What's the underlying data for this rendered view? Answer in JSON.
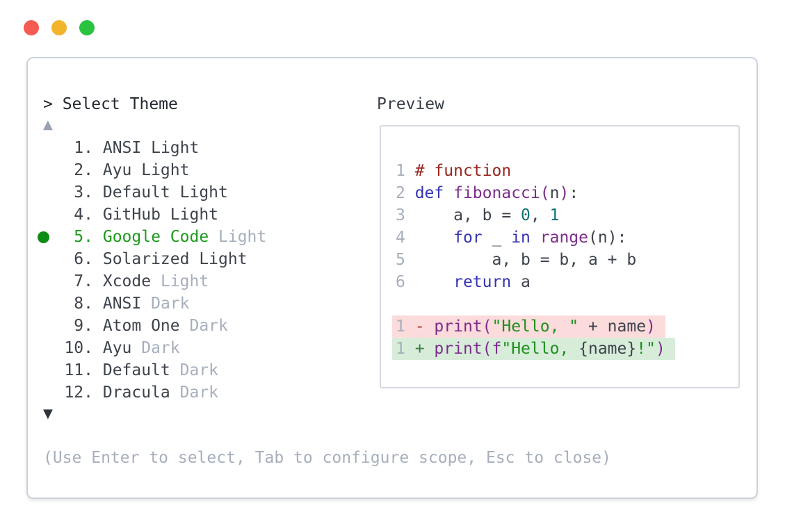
{
  "window": {
    "traffic_lights": [
      {
        "name": "close-button",
        "color": "#f45b51"
      },
      {
        "name": "minimize-button",
        "color": "#f3b42c"
      },
      {
        "name": "zoom-button",
        "color": "#29c340"
      }
    ]
  },
  "picker": {
    "prompt": "> Select Theme",
    "scroll_up_glyph": "▲",
    "scroll_down_glyph": "▼",
    "items": [
      {
        "number": "1.",
        "name": "ANSI",
        "variant": "Light",
        "variant_dim": false,
        "selected": false
      },
      {
        "number": "2.",
        "name": "Ayu",
        "variant": "Light",
        "variant_dim": false,
        "selected": false
      },
      {
        "number": "3.",
        "name": "Default",
        "variant": "Light",
        "variant_dim": false,
        "selected": false
      },
      {
        "number": "4.",
        "name": "GitHub",
        "variant": "Light",
        "variant_dim": false,
        "selected": false
      },
      {
        "number": "5.",
        "name": "Google Code",
        "variant": "Light",
        "variant_dim": true,
        "selected": true
      },
      {
        "number": "6.",
        "name": "Solarized",
        "variant": "Light",
        "variant_dim": false,
        "selected": false
      },
      {
        "number": "7.",
        "name": "Xcode",
        "variant": "Light",
        "variant_dim": true,
        "selected": false
      },
      {
        "number": "8.",
        "name": "ANSI",
        "variant": "Dark",
        "variant_dim": true,
        "selected": false
      },
      {
        "number": "9.",
        "name": "Atom One",
        "variant": "Dark",
        "variant_dim": true,
        "selected": false
      },
      {
        "number": "10.",
        "name": "Ayu",
        "variant": "Dark",
        "variant_dim": true,
        "selected": false
      },
      {
        "number": "11.",
        "name": "Default",
        "variant": "Dark",
        "variant_dim": true,
        "selected": false
      },
      {
        "number": "12.",
        "name": "Dracula",
        "variant": "Dark",
        "variant_dim": true,
        "selected": false
      }
    ],
    "footer": "(Use Enter to select, Tab to configure scope, Esc to close)"
  },
  "preview": {
    "label": "Preview",
    "lines": [
      {
        "num": "1",
        "bg": null,
        "tokens": [
          {
            "t": "# function",
            "c": "com"
          }
        ]
      },
      {
        "num": "2",
        "bg": null,
        "tokens": [
          {
            "t": "def",
            "c": "kwd"
          },
          {
            "t": " ",
            "c": "pln"
          },
          {
            "t": "fibonacci(",
            "c": "fn"
          },
          {
            "t": "n",
            "c": "pln"
          },
          {
            "t": ")",
            "c": "fn"
          },
          {
            "t": ":",
            "c": "pln"
          }
        ]
      },
      {
        "num": "3",
        "bg": null,
        "tokens": [
          {
            "t": "    a, b = ",
            "c": "pln"
          },
          {
            "t": "0",
            "c": "lit"
          },
          {
            "t": ", ",
            "c": "pln"
          },
          {
            "t": "1",
            "c": "lit"
          }
        ]
      },
      {
        "num": "4",
        "bg": null,
        "tokens": [
          {
            "t": "    ",
            "c": "pln"
          },
          {
            "t": "for",
            "c": "kwd"
          },
          {
            "t": " _ ",
            "c": "pln"
          },
          {
            "t": "in",
            "c": "kwd"
          },
          {
            "t": " ",
            "c": "pln"
          },
          {
            "t": "range",
            "c": "fn"
          },
          {
            "t": "(n):",
            "c": "pln"
          }
        ]
      },
      {
        "num": "5",
        "bg": null,
        "tokens": [
          {
            "t": "        a, b = b, a + b",
            "c": "pln"
          }
        ]
      },
      {
        "num": "6",
        "bg": null,
        "tokens": [
          {
            "t": "    ",
            "c": "pln"
          },
          {
            "t": "return",
            "c": "kwd"
          },
          {
            "t": " a",
            "c": "pln"
          }
        ]
      },
      {
        "num": "",
        "bg": null,
        "tokens": []
      },
      {
        "num": "1",
        "bg": "del",
        "tokens": [
          {
            "t": "- ",
            "c": "del"
          },
          {
            "t": "print(",
            "c": "fn"
          },
          {
            "t": "\"Hello, \"",
            "c": "str"
          },
          {
            "t": " + name",
            "c": "pln"
          },
          {
            "t": ")",
            "c": "fn"
          }
        ]
      },
      {
        "num": "1",
        "bg": "ins",
        "tokens": [
          {
            "t": "+ ",
            "c": "ins"
          },
          {
            "t": "print(",
            "c": "fn"
          },
          {
            "t": "f",
            "c": "fn"
          },
          {
            "t": "\"Hello, ",
            "c": "str"
          },
          {
            "t": "{name}",
            "c": "pln"
          },
          {
            "t": "!\"",
            "c": "str"
          },
          {
            "t": ")",
            "c": "fn"
          }
        ]
      }
    ]
  },
  "colors": {
    "selected_text": "#1d9b1d",
    "selected_bullet": "#0f8c13",
    "item_text": "#3e444c",
    "dim_text": "#a7afbd",
    "syntax": {
      "pln": "#3e444c",
      "kwd": "#3434b4",
      "fn": "#7d2c8c",
      "str": "#1e8f1e",
      "com": "#96261f",
      "lit": "#0d7272",
      "del": "#b03434",
      "ins": "#3f7d49",
      "ln": "#a7afbd"
    },
    "diff_del_bg": "#fbdbdb",
    "diff_ins_bg": "#d7edda"
  }
}
